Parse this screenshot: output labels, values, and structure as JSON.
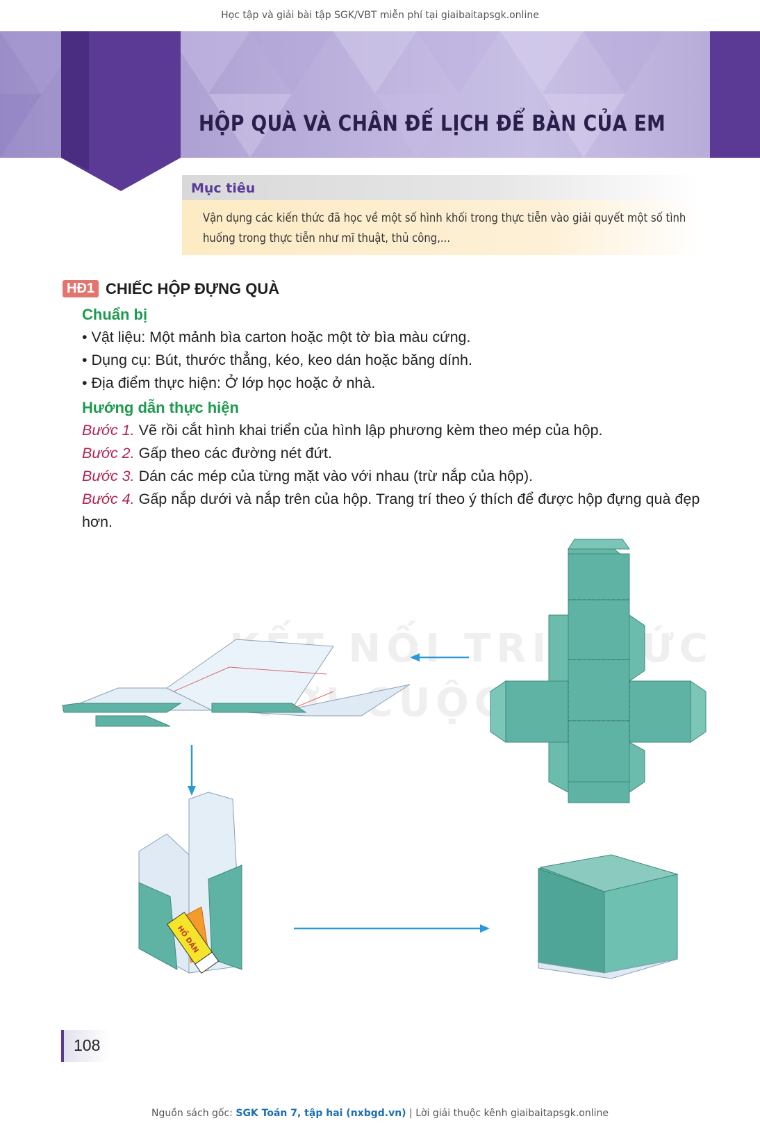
{
  "header": {
    "top_note": "Học tập và giải bài tập SGK/VBT miễn phí tại giaibaitapsgk.online",
    "title": "HỘP QUÀ VÀ CHÂN ĐẾ LỊCH ĐỂ BÀN CỦA EM"
  },
  "goal": {
    "heading": "Mục tiêu",
    "text": "Vận dụng các kiến thức đã học về một số hình khối trong thực tiễn vào giải quyết một số tình huống trong thực tiễn như mĩ thuật, thủ công,..."
  },
  "activity": {
    "badge": "HĐ1",
    "title": "CHIẾC HỘP ĐỰNG QUÀ",
    "prepare_heading": "Chuẩn bị",
    "prepare_items": [
      "• Vật liệu: Một mảnh bìa carton hoặc một tờ bìa màu cứng.",
      "• Dụng cụ: Bút, thước thẳng, kéo, keo dán hoặc băng dính.",
      "• Địa điểm thực hiện: Ở lớp học hoặc ở nhà."
    ],
    "guide_heading": "Hướng dẫn thực hiện",
    "steps": [
      {
        "label": "Bước 1.",
        "text": " Vẽ rồi cắt hình khai triển của hình lập phương kèm theo mép của hộp."
      },
      {
        "label": "Bước 2.",
        "text": " Gấp theo các đường nét đứt."
      },
      {
        "label": "Bước 3.",
        "text": " Dán các mép của từng mặt vào với nhau (trừ nắp của hộp)."
      },
      {
        "label": "Bước 4.",
        "text": " Gấp nắp dưới và nắp trên của hộp. Trang trí theo ý thích để được hộp đựng quà đẹp hơn."
      }
    ]
  },
  "illustration": {
    "glue_label": "HỒ DÁN",
    "watermark_line1": "KẾT NỐI TRI THỨC",
    "watermark_line2": "VỚI CUỘC SỐNG"
  },
  "footer": {
    "page_number": "108",
    "source_prefix": "Nguồn sách gốc: ",
    "source_name": "SGK Toán 7, tập hai (nxbgd.vn)",
    "source_suffix": " | Lời giải thuộc kênh giaibaitapsgk.online"
  },
  "colors": {
    "banner_purple": "#5b3a96",
    "green_heading": "#1e9a4e",
    "step_label": "#b0264f",
    "box_teal": "#5fb3a4"
  }
}
